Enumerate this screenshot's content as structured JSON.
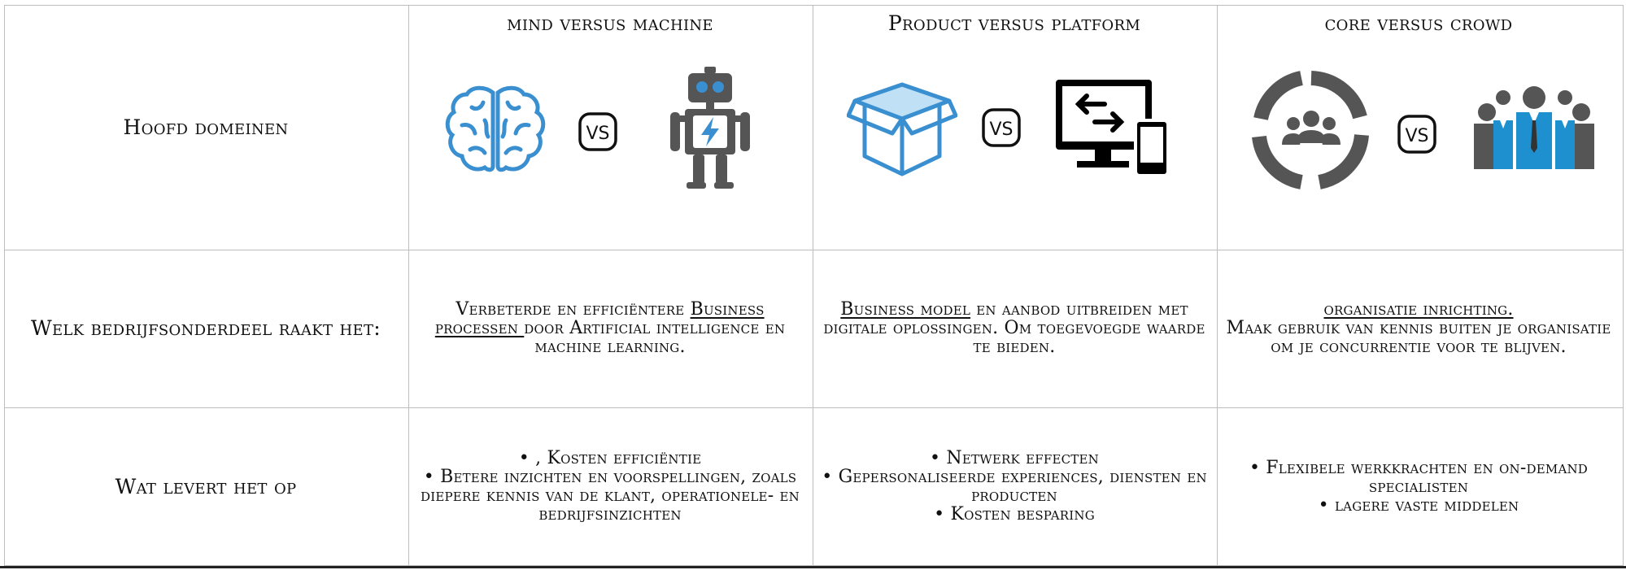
{
  "row_labels": {
    "domains": "Hoofd domeinen",
    "department": "Welk bedrijfsonderdeel raakt het:",
    "yield": "Wat levert het op"
  },
  "columns": [
    {
      "title": "mind versus machine",
      "icons": [
        "brain-icon",
        "vs-icon",
        "robot-icon"
      ],
      "department_underlined": "Business processen ",
      "department_pre": "Verbeterde en efficiëntere ",
      "department_post": "door Artificial intelligence en machine learning.",
      "yield_items": [
        "• , Kosten efficiëntie",
        "•  Betere inzichten en voorspellingen, zoals diepere kennis van de klant, operationele- en bedrijfsinzichten"
      ]
    },
    {
      "title": "Product versus platform",
      "icons": [
        "box-icon",
        "vs-icon",
        "devices-icon"
      ],
      "department_underlined": "Business model",
      "department_post": " en aanbod uitbreiden met digitale oplossingen. Om toegevoegde waarde te bieden.",
      "yield_items": [
        "•  Netwerk effecten",
        "•  Gepersonaliseerde experiences, diensten en producten",
        "•  Kosten besparing"
      ]
    },
    {
      "title": "core versus crowd",
      "icons": [
        "core-group-icon",
        "vs-icon",
        "crowd-icon"
      ],
      "department_underlined": "organisatie inrichting.",
      "department_post": "Maak gebruik van kennis buiten je organisatie om je concurrentie voor te blijven.",
      "yield_items": [
        "•  Flexibele werkkrachten en on-demand specialisten",
        "•  lagere vaste middelen"
      ]
    }
  ],
  "vs_label": "VS",
  "colors": {
    "blue": "#3a8fd0",
    "light_blue": "#bfe0f5",
    "dark_gray": "#555555",
    "black": "#000000",
    "grid": "#bdbdbd"
  }
}
